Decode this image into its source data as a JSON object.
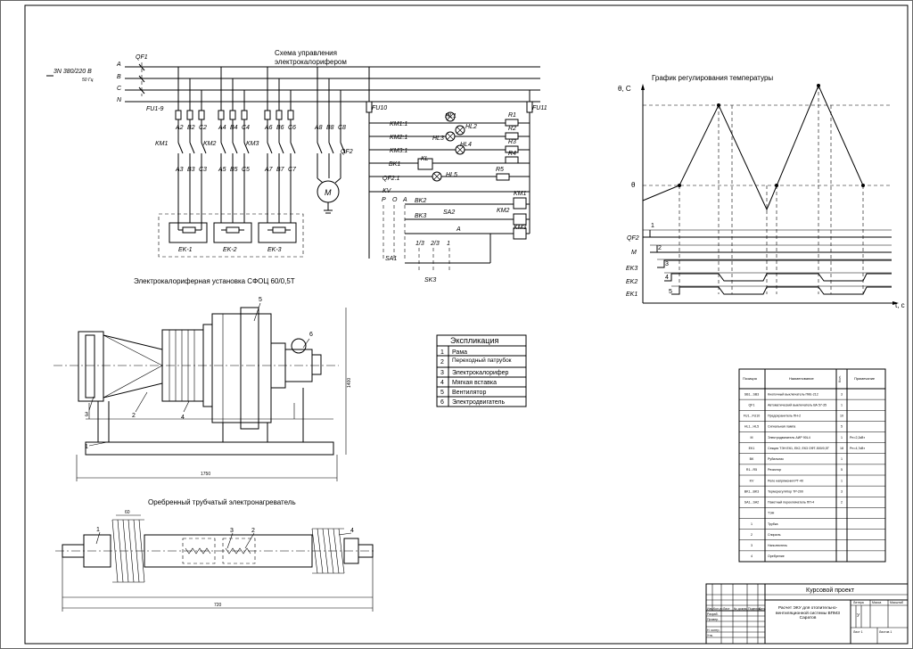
{
  "scheme": {
    "title_line1": "Схема управления",
    "title_line2": "электрокалорифером",
    "supply": "3N 380/220 В",
    "freq": "50 Гц",
    "phases": [
      "A",
      "B",
      "C",
      "N"
    ],
    "labels": {
      "qf1": "QF1",
      "fu19": "FU1-9",
      "fu10": "FU10",
      "fu11": "FU11",
      "km1": "KM1",
      "km2": "KM2",
      "km3": "KM3",
      "qf2": "QF2",
      "a2": "A2",
      "b2": "B2",
      "c2": "C2",
      "a4": "A4",
      "b4": "B4",
      "c4": "C4",
      "a6": "A6",
      "b6": "B6",
      "c6": "C6",
      "a8": "A8",
      "b8": "B8",
      "c8": "C8",
      "a3": "A3",
      "b3": "B3",
      "c3": "C3",
      "a5": "A5",
      "b5": "B5",
      "c5": "C5",
      "a7": "A7",
      "b7": "B7",
      "c7": "C7",
      "ek1": "EK-1",
      "ek2": "EK-2",
      "ek3": "EK-3",
      "motor": "M",
      "km11": "KM1:1",
      "km21": "KM2:1",
      "km31": "KM3:1",
      "bk1": "BK1",
      "qf21": "QF2:1",
      "kv": "KV",
      "hl1": "HL1",
      "hl2": "HL2",
      "hl3": "HL3",
      "hl4": "HL4",
      "hl5": "HL5",
      "kl": "KL",
      "r1": "R1",
      "r2": "R2",
      "r3": "R3",
      "r4": "R4",
      "r5": "R5",
      "p": "P",
      "o": "O",
      "a": "A",
      "bk2": "BK2",
      "bk3": "BK3",
      "sa2": "SA2",
      "a_sw": "A",
      "pos13": "1/3",
      "pos23": "2/3",
      "pos1": "1",
      "sa1": "SA1",
      "sk3": "SK3",
      "km1_coil": "KM1",
      "km2_coil": "KM2",
      "km3_coil": "KM3"
    }
  },
  "graph": {
    "title": "График регулирования температуры",
    "y_axis": "θ, С",
    "x_axis": "t, с",
    "theta_label": "θ",
    "rows": [
      "QF2",
      "M",
      "EK3",
      "EK2",
      "EK1"
    ],
    "numbers": [
      "1",
      "2",
      "3",
      "4",
      "5"
    ]
  },
  "installation": {
    "title": "Электрокалориферная установка СФОЦ 60/0,5Т",
    "callouts": [
      "1",
      "2",
      "3",
      "4",
      "5",
      "6"
    ],
    "dim_height": "1400",
    "dim_length": "1750"
  },
  "explication": {
    "title": "Экспликация",
    "rows": [
      {
        "n": "1",
        "name": "Рама"
      },
      {
        "n": "2",
        "name": "Переходный патрубок"
      },
      {
        "n": "3",
        "name": "Электрокалорифер"
      },
      {
        "n": "4",
        "name": "Мягкая вставка"
      },
      {
        "n": "5",
        "name": "Вентилятор"
      },
      {
        "n": "6",
        "name": "Электродвигатель"
      }
    ]
  },
  "heater": {
    "title": "Оребренный трубчатый электронагреватель",
    "callouts": [
      "1",
      "2",
      "3",
      "4"
    ],
    "dim1": "60",
    "dim2": "720"
  },
  "spec": {
    "headers": [
      "Позиция",
      "Наименование",
      "Кол.",
      "Примечание"
    ],
    "rows": [
      {
        "pos": "SB1...SB3",
        "name": "Кнопочный выключатель ПКЕ-212",
        "qty": "3",
        "note": ""
      },
      {
        "pos": "QF1",
        "name": "Автоматический выключатель ВА 57-35",
        "qty": "1",
        "note": ""
      },
      {
        "pos": "FU1...FU10",
        "name": "Предохранитель ПН-2",
        "qty": "10",
        "note": ""
      },
      {
        "pos": "HL1...HL5",
        "name": "Сигнальная лампа",
        "qty": "5",
        "note": ""
      },
      {
        "pos": "M",
        "name": "Электродвигатель АИР 90L4",
        "qty": "1",
        "note": "Рн=2,2кВт"
      },
      {
        "pos": "EK1",
        "name": "Секция ТЭН ЕК1, ЕК2, ЕК3 ОФТ-500/0,5Т",
        "qty": "18",
        "note": "Рн=4,7кВт"
      },
      {
        "pos": "BK",
        "name": "Рубильник",
        "qty": "1",
        "note": ""
      },
      {
        "pos": "R1...R5",
        "name": "Резистор",
        "qty": "5",
        "note": ""
      },
      {
        "pos": "KV",
        "name": "Реле напряжения РТ-40",
        "qty": "1",
        "note": ""
      },
      {
        "pos": "BK1...BK3",
        "name": "Терморегулятор ТР-200",
        "qty": "3",
        "note": ""
      },
      {
        "pos": "SA1...SA2",
        "name": "Пакетный переключатель ПП-4",
        "qty": "2",
        "note": ""
      },
      {
        "pos": "",
        "name": "ТЭН",
        "qty": "",
        "note": ""
      },
      {
        "pos": "1",
        "name": "Трубка",
        "qty": "",
        "note": ""
      },
      {
        "pos": "2",
        "name": "Спираль",
        "qty": "",
        "note": ""
      },
      {
        "pos": "3",
        "name": "Наполнитель",
        "qty": "",
        "note": ""
      },
      {
        "pos": "4",
        "name": "Оребрение",
        "qty": "",
        "note": ""
      }
    ]
  },
  "stamp": {
    "project": "Курсовой проект",
    "description": "Расчет ЭКУ для отопительно-вентиляционной системы ВПМЗ Саратов",
    "col_headers": [
      "Изм",
      "Кол.уч",
      "Лист",
      "№ докум.",
      "Подпись",
      "Дата"
    ],
    "roles": [
      "Разраб.",
      "Провер.",
      "Н. контр.",
      "Утв."
    ],
    "small_headers": [
      "Литера",
      "Масса",
      "Масштаб"
    ],
    "letter": "У",
    "sheet": "Лист 1",
    "sheets": "Листов 1"
  }
}
